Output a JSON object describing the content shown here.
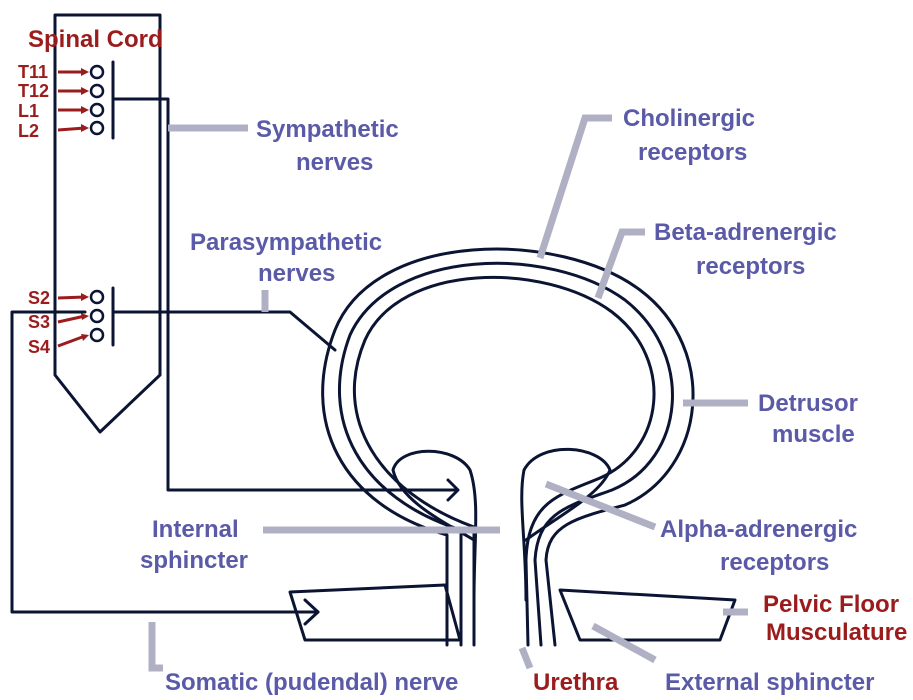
{
  "labels": {
    "spinal_cord": "Spinal Cord",
    "t11": "T11",
    "t12": "T12",
    "l1": "L1",
    "l2": "L2",
    "s2": "S2",
    "s3": "S3",
    "s4": "S4",
    "sympathetic_1": "Sympathetic",
    "sympathetic_2": "nerves",
    "parasympathetic_1": "Parasympathetic",
    "parasympathetic_2": "nerves",
    "cholinergic_1": "Cholinergic",
    "cholinergic_2": "receptors",
    "beta_1": "Beta-adrenergic",
    "beta_2": "receptors",
    "detrusor_1": "Detrusor",
    "detrusor_2": "muscle",
    "alpha_1": "Alpha-adrenergic",
    "alpha_2": "receptors",
    "internal_1": "Internal",
    "internal_2": "sphincter",
    "pelvic_1": "Pelvic Floor",
    "pelvic_2": "Musculature",
    "somatic": "Somatic (pudendal) nerve",
    "urethra": "Urethra",
    "external": "External sphincter"
  },
  "colors": {
    "label_blue": "#5a5aa8",
    "label_red": "#9b1c1c",
    "line_dark": "#0b1533",
    "leader_gray": "#b0b0c4"
  }
}
